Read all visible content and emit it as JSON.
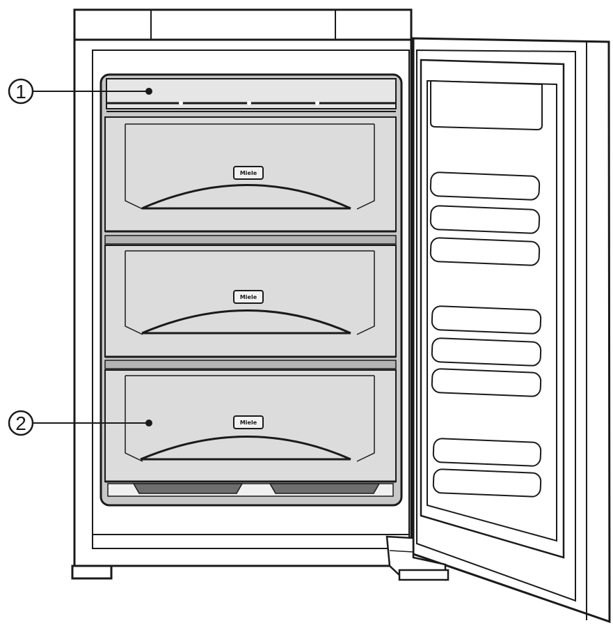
{
  "callouts": [
    {
      "number": "1"
    },
    {
      "number": "2"
    }
  ],
  "drawers": [
    {
      "brand": "Miele"
    },
    {
      "brand": "Miele"
    },
    {
      "brand": "Miele"
    }
  ],
  "colors": {
    "line": "#1a1a1a",
    "drawer_fill": "#dcdcdc",
    "interior_fill": "#c8c8c8",
    "foot_fill": "#6e6e6e",
    "background": "#ffffff"
  }
}
